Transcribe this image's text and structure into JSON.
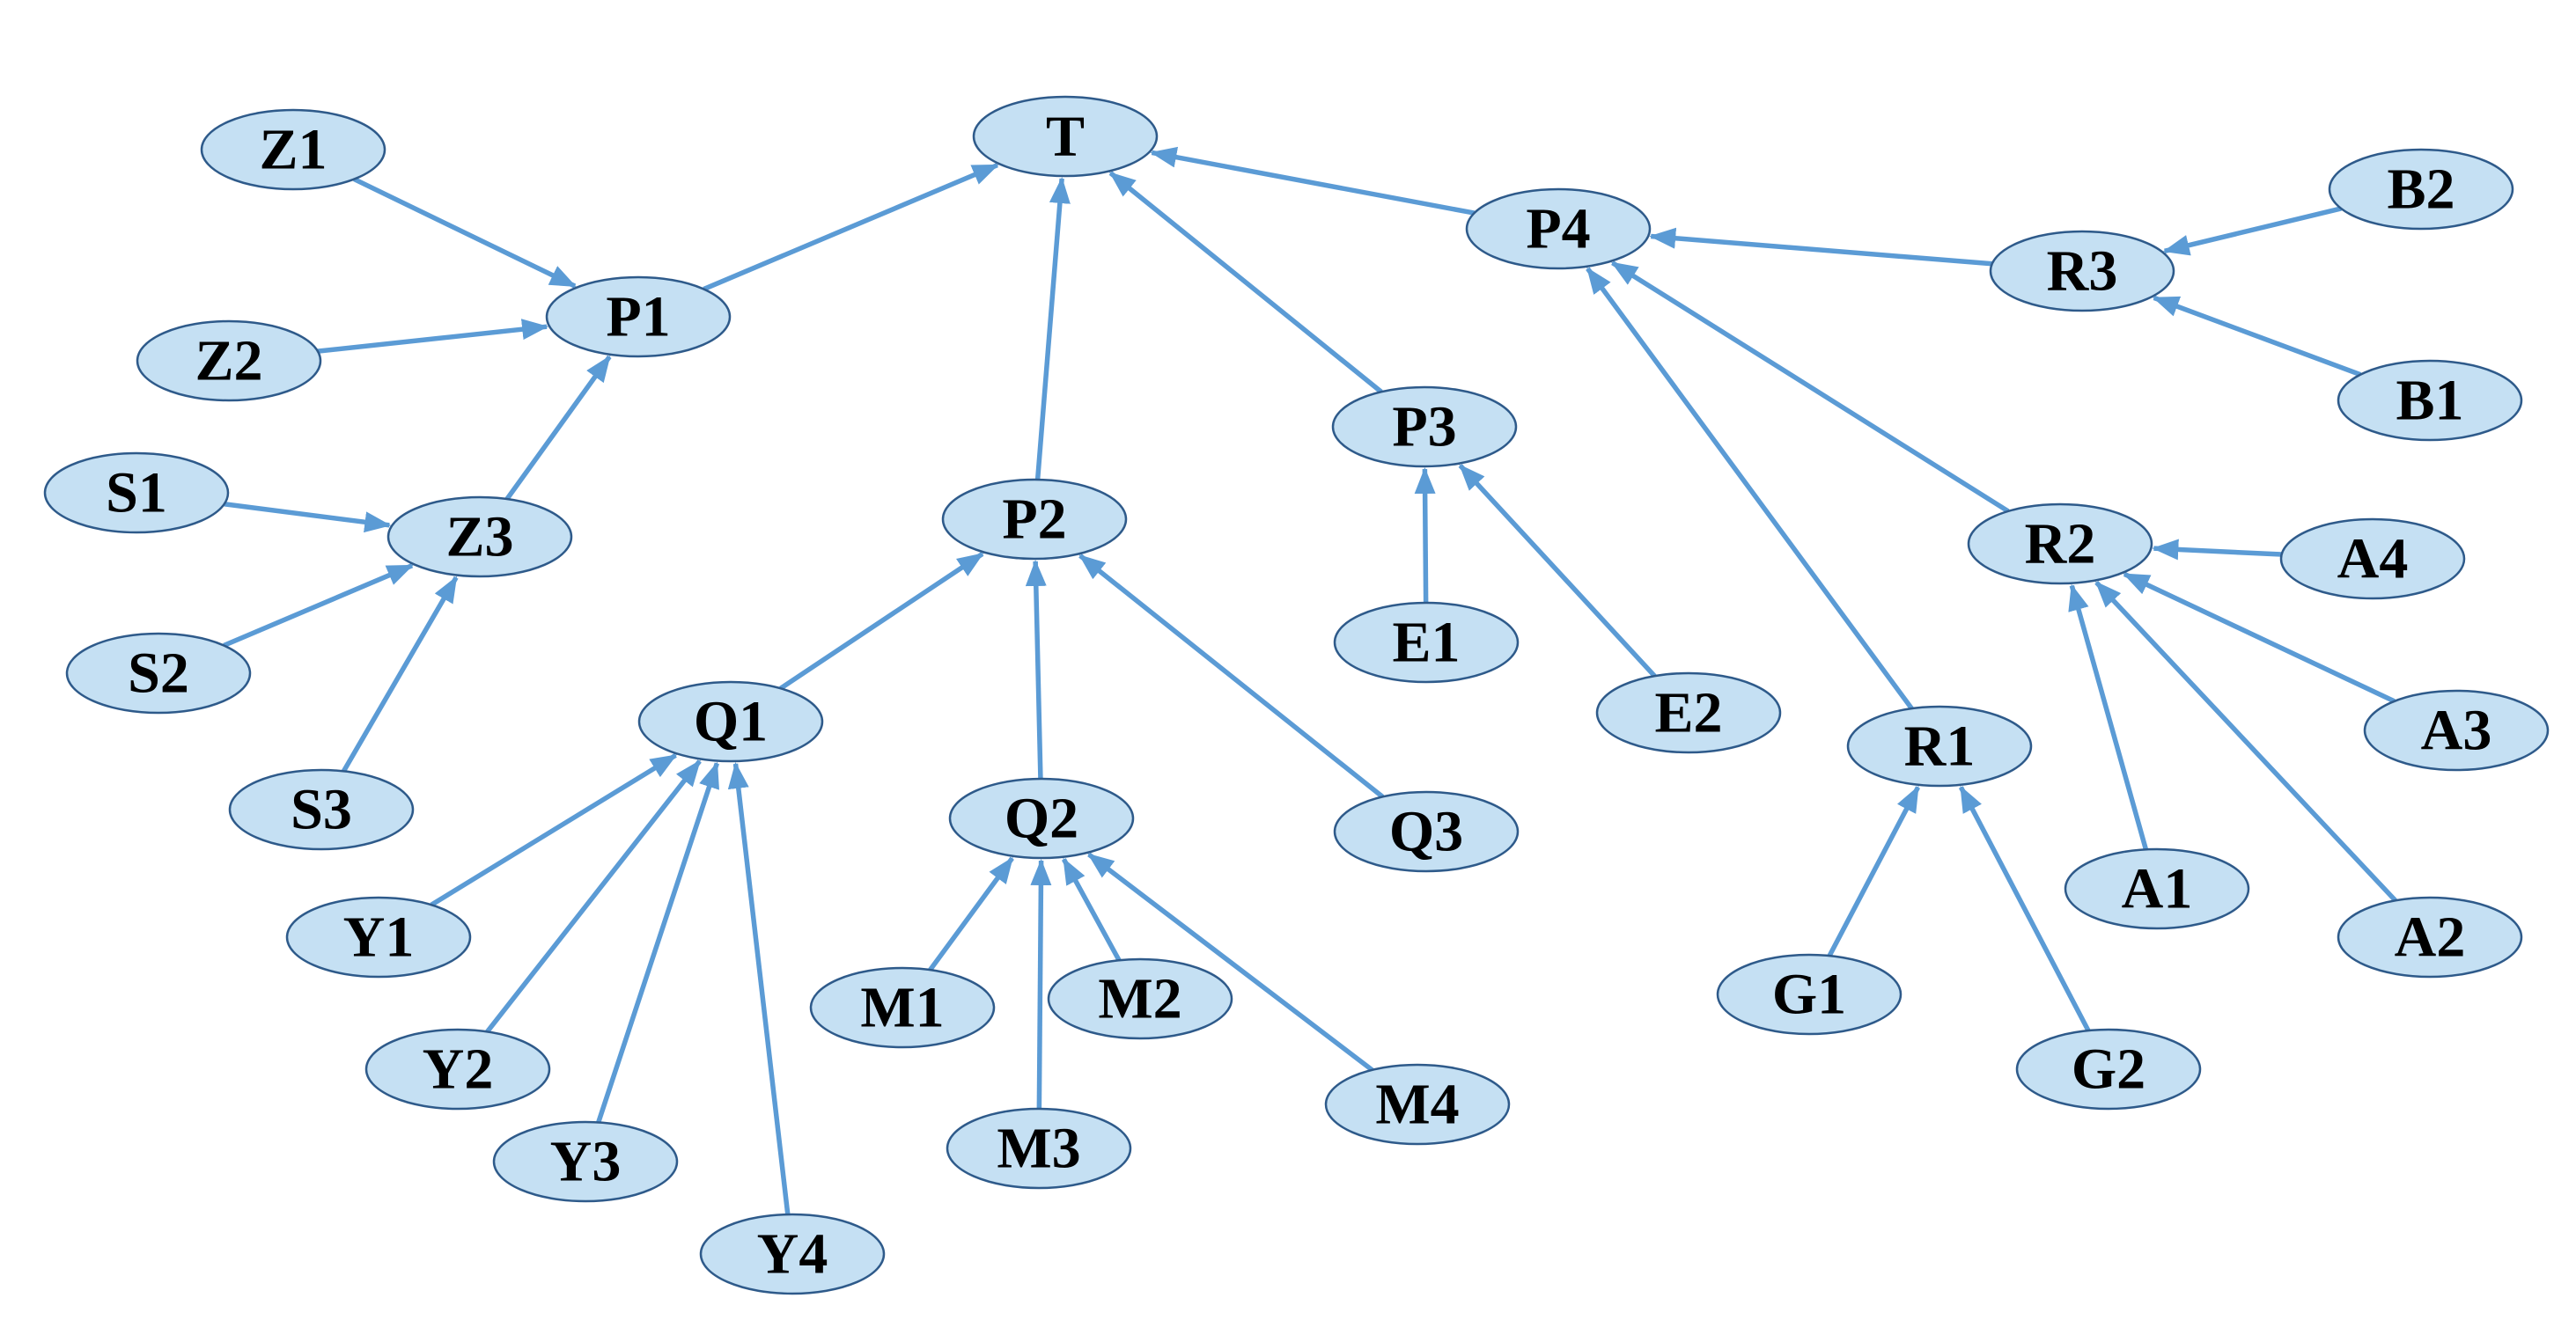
{
  "colors": {
    "node_fill": "#c5e0f3",
    "node_stroke": "#2e5a8a",
    "edge": "#5b9bd5",
    "label": "#000000"
  },
  "nodes": [
    {
      "id": "T",
      "label": "T"
    },
    {
      "id": "P1",
      "label": "P1"
    },
    {
      "id": "P2",
      "label": "P2"
    },
    {
      "id": "P3",
      "label": "P3"
    },
    {
      "id": "P4",
      "label": "P4"
    },
    {
      "id": "Z1",
      "label": "Z1"
    },
    {
      "id": "Z2",
      "label": "Z2"
    },
    {
      "id": "Z3",
      "label": "Z3"
    },
    {
      "id": "S1",
      "label": "S1"
    },
    {
      "id": "S2",
      "label": "S2"
    },
    {
      "id": "S3",
      "label": "S3"
    },
    {
      "id": "Q1",
      "label": "Q1"
    },
    {
      "id": "Q2",
      "label": "Q2"
    },
    {
      "id": "Q3",
      "label": "Q3"
    },
    {
      "id": "Y1",
      "label": "Y1"
    },
    {
      "id": "Y2",
      "label": "Y2"
    },
    {
      "id": "Y3",
      "label": "Y3"
    },
    {
      "id": "Y4",
      "label": "Y4"
    },
    {
      "id": "M1",
      "label": "M1"
    },
    {
      "id": "M2",
      "label": "M2"
    },
    {
      "id": "M3",
      "label": "M3"
    },
    {
      "id": "M4",
      "label": "M4"
    },
    {
      "id": "E1",
      "label": "E1"
    },
    {
      "id": "E2",
      "label": "E2"
    },
    {
      "id": "R1",
      "label": "R1"
    },
    {
      "id": "R2",
      "label": "R2"
    },
    {
      "id": "R3",
      "label": "R3"
    },
    {
      "id": "G1",
      "label": "G1"
    },
    {
      "id": "G2",
      "label": "G2"
    },
    {
      "id": "A1",
      "label": "A1"
    },
    {
      "id": "A2",
      "label": "A2"
    },
    {
      "id": "A3",
      "label": "A3"
    },
    {
      "id": "A4",
      "label": "A4"
    },
    {
      "id": "B1",
      "label": "B1"
    },
    {
      "id": "B2",
      "label": "B2"
    }
  ],
  "edges": [
    {
      "from": "P1",
      "to": "T"
    },
    {
      "from": "P2",
      "to": "T"
    },
    {
      "from": "P3",
      "to": "T"
    },
    {
      "from": "P4",
      "to": "T"
    },
    {
      "from": "Z1",
      "to": "P1"
    },
    {
      "from": "Z2",
      "to": "P1"
    },
    {
      "from": "Z3",
      "to": "P1"
    },
    {
      "from": "S1",
      "to": "Z3"
    },
    {
      "from": "S2",
      "to": "Z3"
    },
    {
      "from": "S3",
      "to": "Z3"
    },
    {
      "from": "Q1",
      "to": "P2"
    },
    {
      "from": "Q2",
      "to": "P2"
    },
    {
      "from": "Q3",
      "to": "P2"
    },
    {
      "from": "Y1",
      "to": "Q1"
    },
    {
      "from": "Y2",
      "to": "Q1"
    },
    {
      "from": "Y3",
      "to": "Q1"
    },
    {
      "from": "Y4",
      "to": "Q1"
    },
    {
      "from": "M1",
      "to": "Q2"
    },
    {
      "from": "M2",
      "to": "Q2"
    },
    {
      "from": "M3",
      "to": "Q2"
    },
    {
      "from": "M4",
      "to": "Q2"
    },
    {
      "from": "E1",
      "to": "P3"
    },
    {
      "from": "E2",
      "to": "P3"
    },
    {
      "from": "R1",
      "to": "P4"
    },
    {
      "from": "R2",
      "to": "P4"
    },
    {
      "from": "R3",
      "to": "P4"
    },
    {
      "from": "G1",
      "to": "R1"
    },
    {
      "from": "G2",
      "to": "R1"
    },
    {
      "from": "A1",
      "to": "R2"
    },
    {
      "from": "A2",
      "to": "R2"
    },
    {
      "from": "A3",
      "to": "R2"
    },
    {
      "from": "A4",
      "to": "R2"
    },
    {
      "from": "B1",
      "to": "R3"
    },
    {
      "from": "B2",
      "to": "R3"
    }
  ]
}
